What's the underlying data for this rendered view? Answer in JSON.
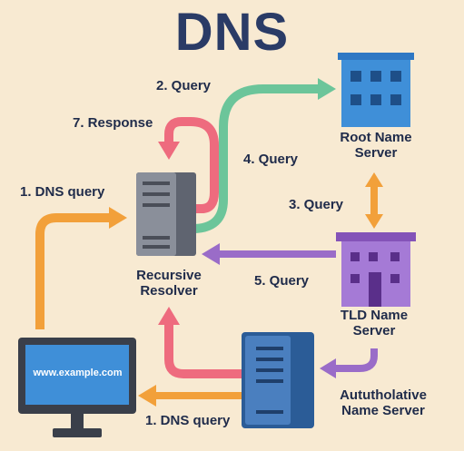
{
  "title": "DNS",
  "labels": {
    "query2": "2. Query",
    "response7": "7. Response",
    "query4": "4. Query",
    "dns_query_top": "1. DNS query",
    "query3": "3. Query",
    "query5": "5. Query",
    "dns_query_bottom": "1. DNS query"
  },
  "nodes": {
    "resolver_line1": "Recursive",
    "resolver_line2": "Resolver",
    "root_line1": "Root Name",
    "root_line2": "Server",
    "tld_line1": "TLD Name",
    "tld_line2": "Server",
    "auth_line1": "Aututholative",
    "auth_line2": "Name Server",
    "client_url": "www.example.com"
  },
  "colors": {
    "background": "#f8ead2",
    "orange": "#f2a03a",
    "green": "#6cc59a",
    "pink": "#ee6b7e",
    "purple": "#9a6cc8",
    "blue_building": "#3f8fd8",
    "purple_building": "#9a6cc8",
    "server_gray": "#6f7480",
    "server_blue": "#3a6aa6",
    "monitor_blue": "#3f8fd8"
  }
}
